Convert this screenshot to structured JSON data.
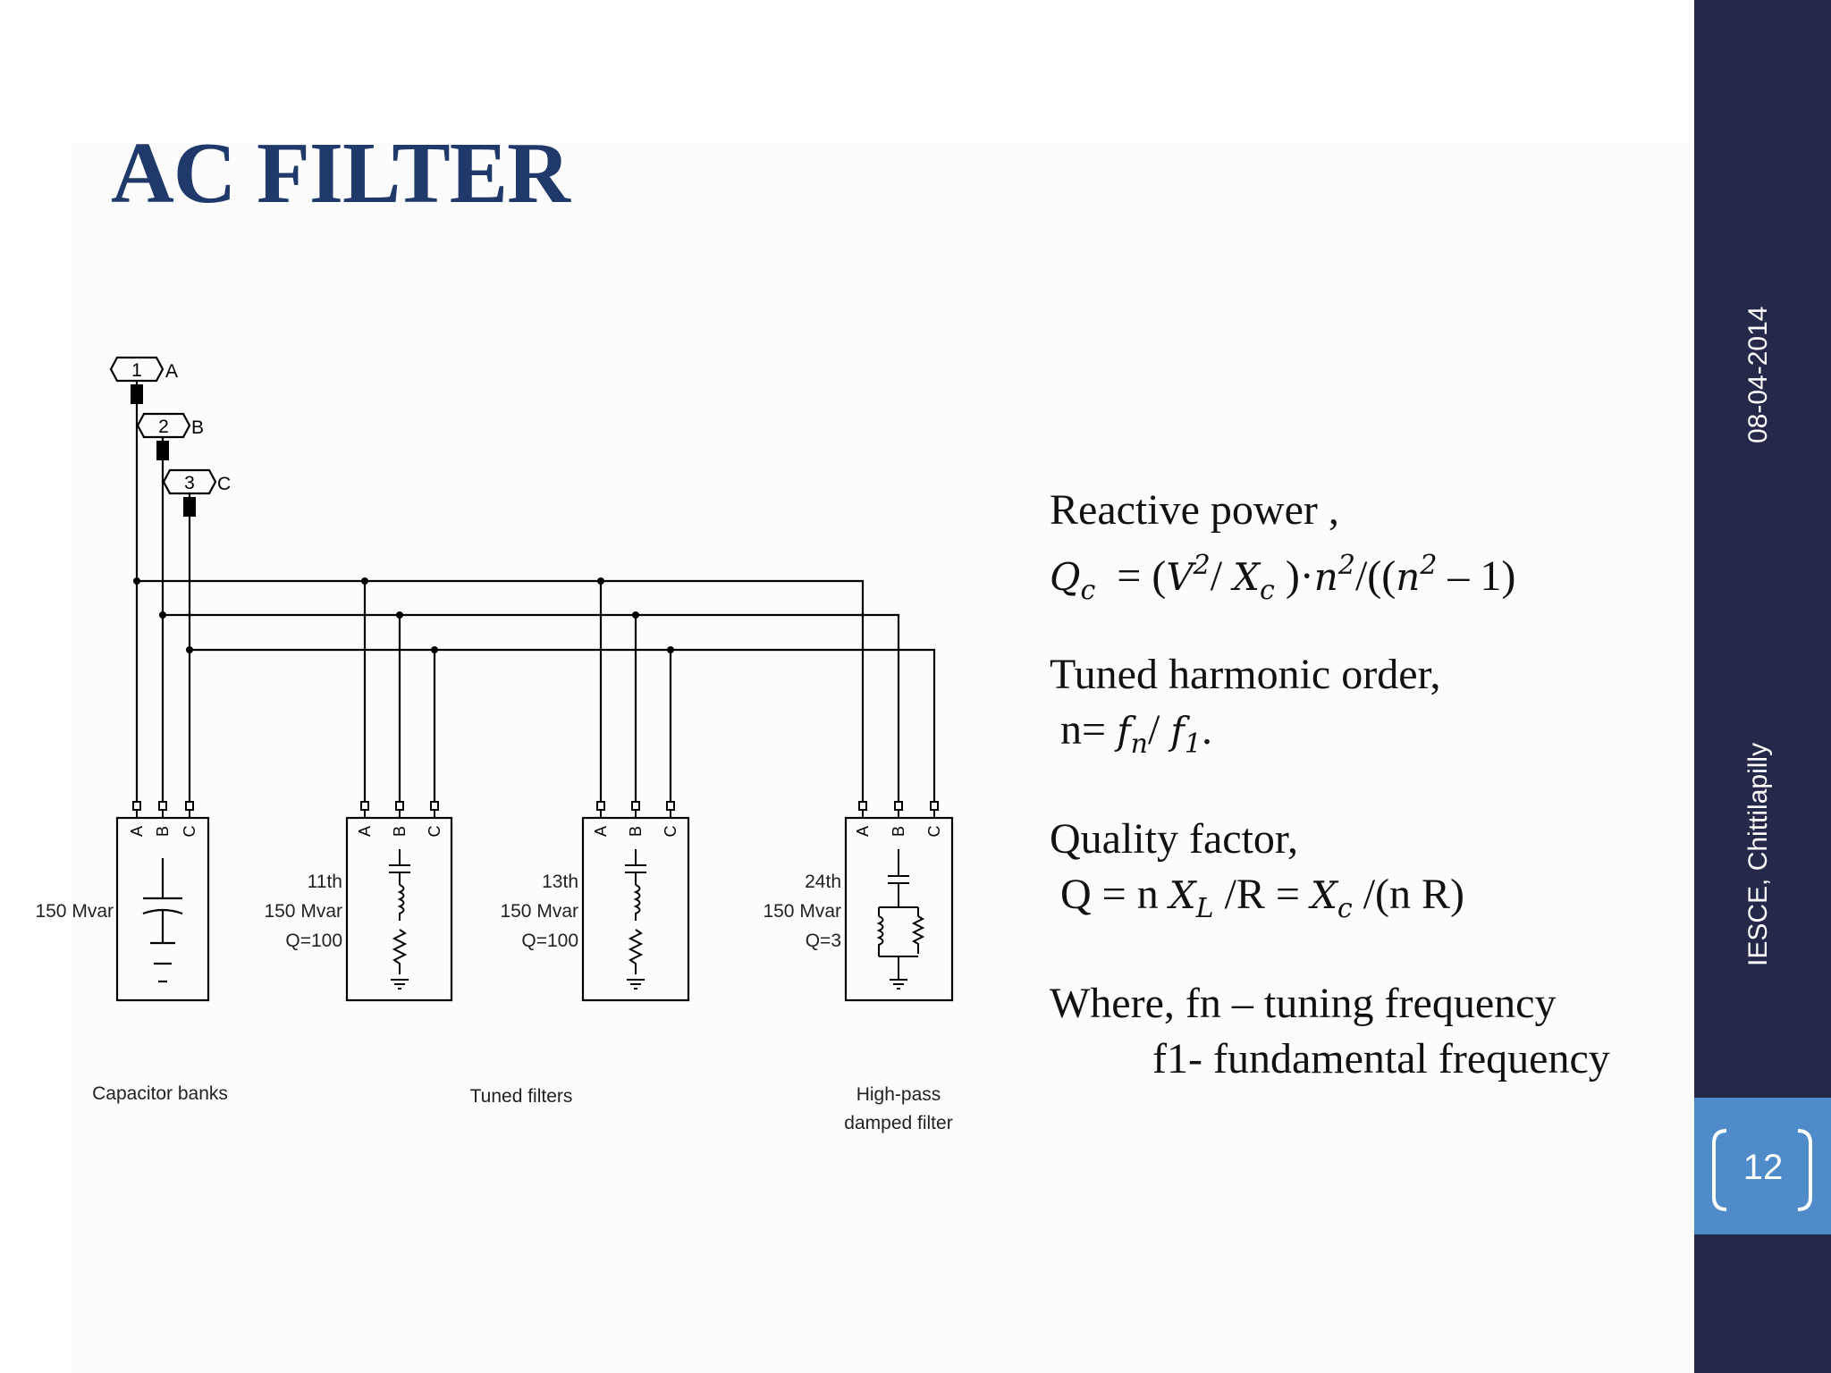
{
  "slide": {
    "title": "AC FILTER",
    "date": "08-04-2014",
    "organization": "IESCE, Chittilapilly",
    "page_number": "12"
  },
  "colors": {
    "sidebar": "#242849",
    "page_box": "#4f8bc8",
    "title": "#1f3a6a"
  },
  "diagram": {
    "nodes": [
      {
        "num": "1",
        "phase": "A"
      },
      {
        "num": "2",
        "phase": "B"
      },
      {
        "num": "3",
        "phase": "C"
      }
    ],
    "pin_labels": [
      "A",
      "B",
      "C"
    ],
    "capacitor_bank": {
      "rating": "150 Mvar"
    },
    "filter_11": {
      "order": "11th",
      "rating": "150 Mvar",
      "q": "Q=100"
    },
    "filter_13": {
      "order": "13th",
      "rating": "150 Mvar",
      "q": "Q=100"
    },
    "filter_24": {
      "order": "24th",
      "rating": "150 Mvar",
      "q": "Q=3"
    },
    "captions": {
      "capacitor_banks": "Capacitor banks",
      "tuned_filters": "Tuned filters",
      "high_pass_1": "High-pass",
      "high_pass_2": "damped filter"
    }
  },
  "equations": {
    "reactive_power_label": "Reactive power ,",
    "qc_eq": "= (V²/ Xc )·n²/((n² – 1)",
    "tuned_label": "Tuned harmonic order,",
    "n_prefix": "n=",
    "quality_label": "Quality factor,",
    "q_prefix": "Q = n",
    "where_line": "Where, fn – tuning frequency",
    "f1_line": "f1- fundamental frequency"
  }
}
